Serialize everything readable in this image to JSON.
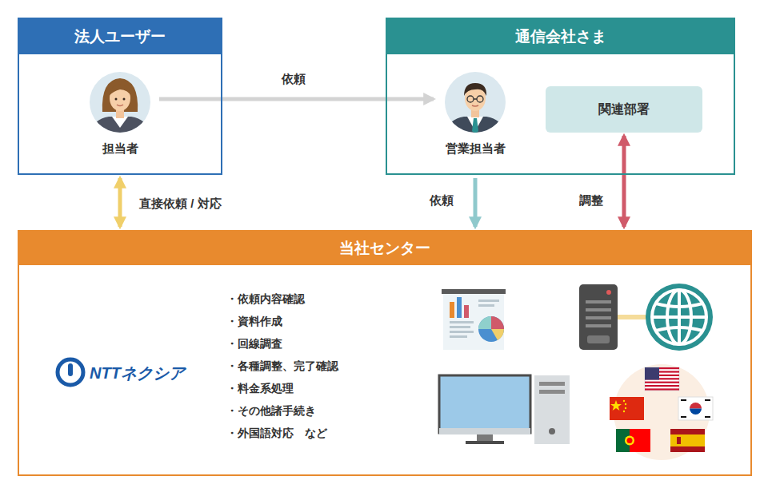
{
  "diagram": {
    "nodes": [
      {
        "text": [
          "法人ユーザー"
        ]
      },
      {
        "text": [
          "担当者"
        ],
        "in": 0
      },
      {
        "text": [
          "通信会社さま"
        ]
      },
      {
        "text": [
          "営業担当者"
        ],
        "in": 2
      },
      {
        "text": [
          "関連部署"
        ],
        "in": 2
      },
      {
        "text": [
          "当社センター"
        ]
      }
    ],
    "edges": [
      {
        "from": 1,
        "to": 3,
        "label": "依頼",
        "arrow": "to"
      },
      {
        "from": 0,
        "to": 5,
        "label": "直接依頼 / 対応",
        "arrow": "both"
      },
      {
        "from": 2,
        "to": 5,
        "label": "依頼",
        "arrow": "to"
      },
      {
        "from": 4,
        "to": 5,
        "label": "調整",
        "arrow": "both"
      }
    ],
    "labels": [
      "NTTネクシア",
      "・依頼内容確認",
      "・資料作成",
      "・回線調査",
      "・各種調整、完了確認",
      "・料金系処理",
      "・その他諸手続き",
      "・外国語対応　など"
    ]
  }
}
